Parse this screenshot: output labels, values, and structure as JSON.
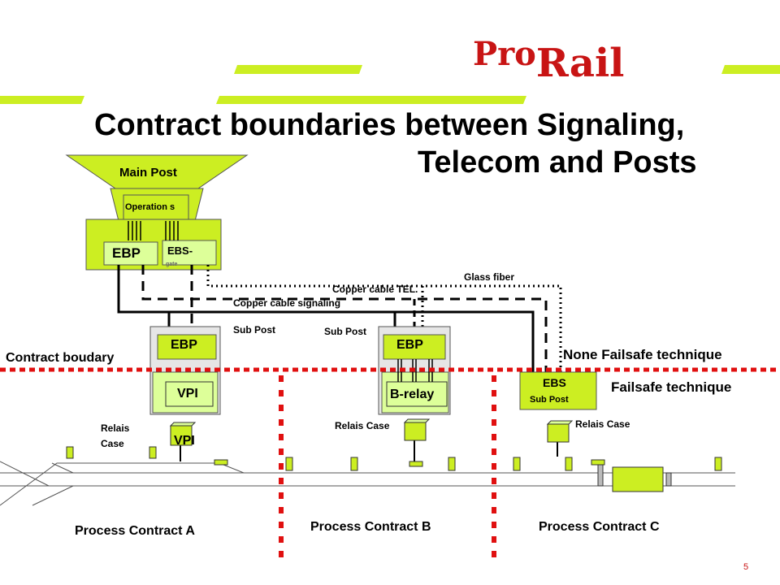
{
  "slide": {
    "title_line1": "Contract boundaries between Signaling,",
    "title_line2": "Telecom and Posts",
    "page_number": "5"
  },
  "logo": {
    "part1": "Pro",
    "part2": "Rail"
  },
  "colors": {
    "accent_lime": "#ccee22",
    "box_lime": "#ddff99",
    "boundary_red": "#e01010",
    "logo_red": "#c81414",
    "grey_post": "#e6e6e6"
  },
  "main_post": {
    "label": "Main Post",
    "operations": "Operation s",
    "ebp": "EBP",
    "ebs": "EBS-",
    "ebs_small": "gate"
  },
  "cables": {
    "glass_fiber": "Glass fiber",
    "copper_tel": "Copper cable TEL.",
    "copper_signaling": "Copper cable signaling"
  },
  "sub_posts": [
    {
      "label": "Sub Post",
      "ebp": "EBP",
      "interlocking": "VPI",
      "case_label": "Relais Case",
      "overlay": "VPI"
    },
    {
      "label": "Sub Post",
      "ebp": "EBP",
      "interlocking": "B-relay",
      "case_label": "Relais Case"
    }
  ],
  "ebs_post": {
    "label": "EBS",
    "sub": "Sub Post",
    "case_label": "Relais Case"
  },
  "boundary": {
    "contract_label": "Contract boudary",
    "non_failsafe": "None Failsafe technique",
    "failsafe": "Failsafe technique"
  },
  "process_contracts": [
    "Process Contract A",
    "Process Contract B",
    "Process Contract C"
  ]
}
